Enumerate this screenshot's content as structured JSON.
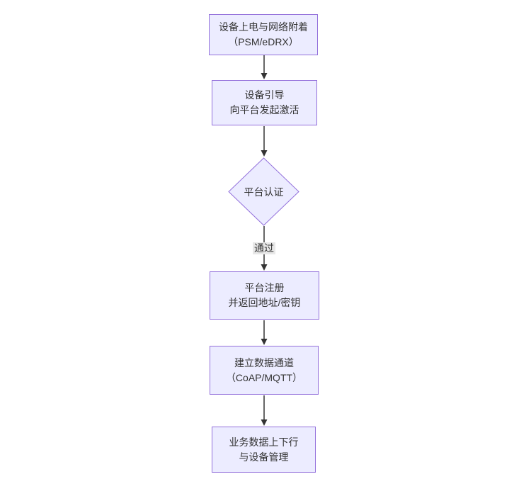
{
  "diagram": {
    "type": "flowchart-vertical",
    "nodes": {
      "power": {
        "line1": "设备上电与网络附着",
        "line2": "（PSM/eDRX）"
      },
      "bootstrap": {
        "line1": "设备引导",
        "line2": "向平台发起激活"
      },
      "auth_decision": {
        "label": "平台认证"
      },
      "register": {
        "line1": "平台注册",
        "line2": "并返回地址/密钥"
      },
      "data_channel": {
        "line1": "建立数据通道",
        "line2": "（CoAP/MQTT）"
      },
      "business": {
        "line1": "业务数据上下行",
        "line2": "与设备管理"
      }
    },
    "edge_labels": {
      "auth_pass": "通过"
    },
    "colors": {
      "canvas_bg": "#ffffff",
      "node_fill": "#ECECFF",
      "node_border": "#9370DB",
      "node_text": "#333333",
      "arrow": "#333333",
      "edge_label_bg": "#e8e8e8",
      "edge_label_text": "#333333"
    }
  }
}
